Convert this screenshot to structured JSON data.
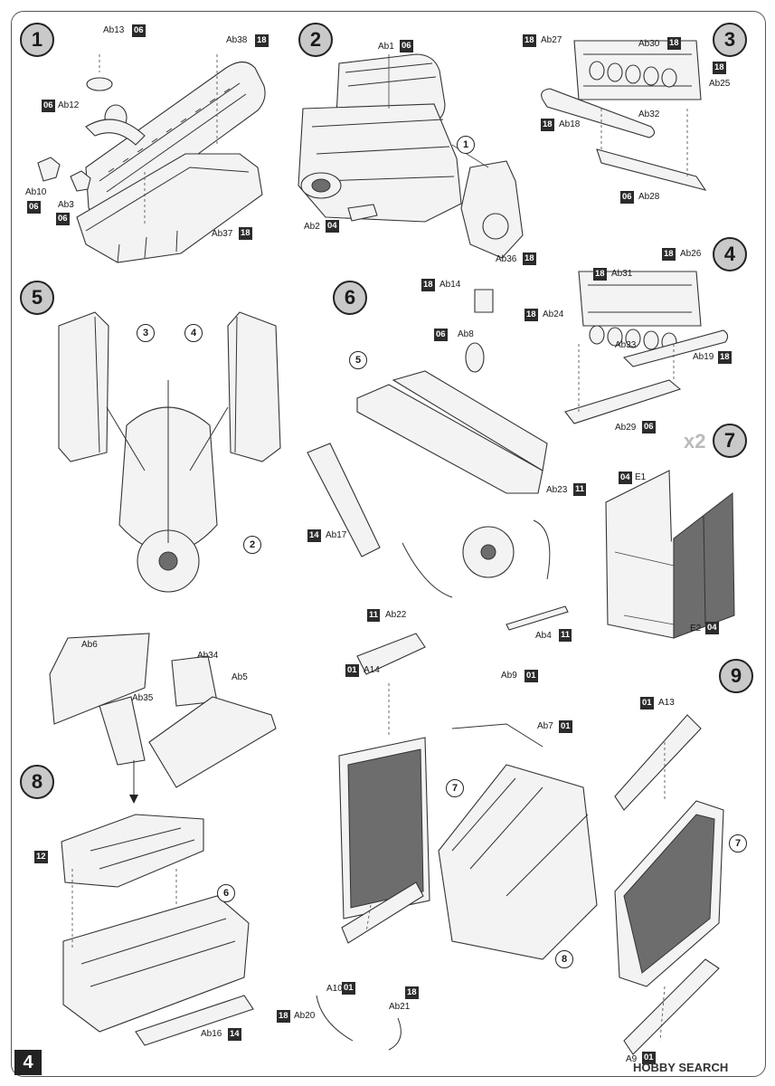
{
  "page": {
    "number": "4",
    "watermark": "HOBBY SEARCH",
    "multiplier": "x2"
  },
  "steps": [
    {
      "id": "1",
      "label": "1"
    },
    {
      "id": "2",
      "label": "2"
    },
    {
      "id": "3",
      "label": "3"
    },
    {
      "id": "4",
      "label": "4"
    },
    {
      "id": "5",
      "label": "5"
    },
    {
      "id": "6",
      "label": "6"
    },
    {
      "id": "7",
      "label": "7"
    },
    {
      "id": "8",
      "label": "8"
    },
    {
      "id": "9",
      "label": "9"
    }
  ],
  "parts": [
    {
      "name": "Ab13",
      "sprue": "06"
    },
    {
      "name": "Ab38",
      "sprue": "18"
    },
    {
      "name": "Ab12",
      "sprue": "06"
    },
    {
      "name": "Ab10",
      "sprue": "06"
    },
    {
      "name": "Ab3",
      "sprue": "06"
    },
    {
      "name": "Ab37",
      "sprue": "18"
    },
    {
      "name": "Ab1",
      "sprue": "06"
    },
    {
      "name": "Ab2",
      "sprue": "04"
    },
    {
      "name": "Ab36",
      "sprue": "18"
    },
    {
      "name": "Ab27",
      "sprue": "18"
    },
    {
      "name": "Ab30",
      "sprue": "18"
    },
    {
      "name": "Ab25",
      "sprue": "18"
    },
    {
      "name": "Ab32",
      "sprue": ""
    },
    {
      "name": "Ab18",
      "sprue": "18"
    },
    {
      "name": "Ab28",
      "sprue": "06"
    },
    {
      "name": "Ab14",
      "sprue": "18"
    },
    {
      "name": "Ab8",
      "sprue": "06"
    },
    {
      "name": "Ab31",
      "sprue": "18"
    },
    {
      "name": "Ab26",
      "sprue": "18"
    },
    {
      "name": "Ab24",
      "sprue": "18"
    },
    {
      "name": "Ab33",
      "sprue": ""
    },
    {
      "name": "Ab19",
      "sprue": "18"
    },
    {
      "name": "Ab29",
      "sprue": "06"
    },
    {
      "name": "Ab17",
      "sprue": "14"
    },
    {
      "name": "Ab23",
      "sprue": "11"
    },
    {
      "name": "Ab22",
      "sprue": "11"
    },
    {
      "name": "Ab4",
      "sprue": "11"
    },
    {
      "name": "E1",
      "sprue": "04"
    },
    {
      "name": "E2",
      "sprue": "04"
    },
    {
      "name": "Ab6",
      "sprue": ""
    },
    {
      "name": "Ab34",
      "sprue": ""
    },
    {
      "name": "Ab5",
      "sprue": ""
    },
    {
      "name": "Ab35",
      "sprue": ""
    },
    {
      "name": "",
      "sprue": "12"
    },
    {
      "name": "Ab16",
      "sprue": "14"
    },
    {
      "name": "A14",
      "sprue": "01"
    },
    {
      "name": "Ab9",
      "sprue": "01"
    },
    {
      "name": "Ab7",
      "sprue": "01"
    },
    {
      "name": "A13",
      "sprue": "01"
    },
    {
      "name": "A10",
      "sprue": "01"
    },
    {
      "name": "Ab20",
      "sprue": "18"
    },
    {
      "name": "Ab21",
      "sprue": "18"
    },
    {
      "name": "A9",
      "sprue": "01"
    }
  ],
  "callouts": [
    "1",
    "3",
    "4",
    "2",
    "5",
    "7",
    "6",
    "7",
    "8",
    "7"
  ]
}
